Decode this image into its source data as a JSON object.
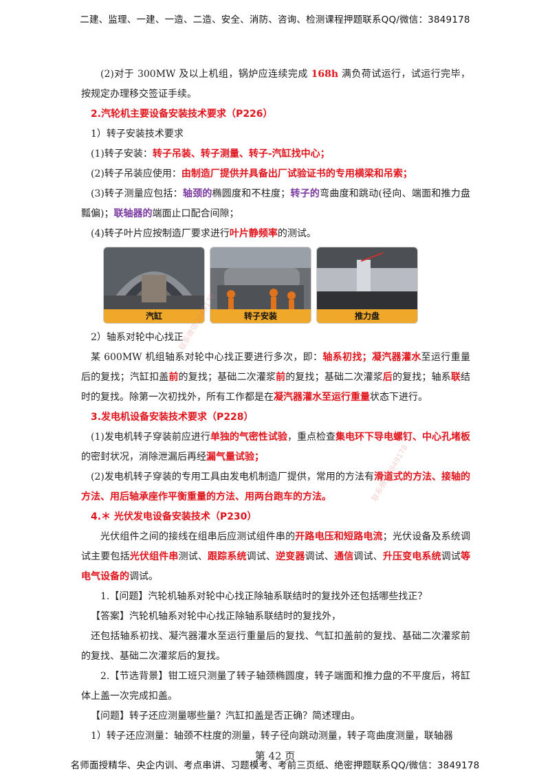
{
  "header": {
    "text": "二建、监理、一建、一造、二造、安全、消防、咨询、检测课程押题联系QQ/微信：3849178"
  },
  "footer": {
    "text": "名师面授精华、央企内训、考点串讲、习题模考、考前三页纸、绝密押题联系QQ/微信：3849178"
  },
  "page_number": "第 42 页",
  "para1": {
    "a": "(2)对于 300MW 及以上机组，锅炉应连续完成 ",
    "b": "168h",
    "c": " 满负荷试运行，试运行完毕，按规定办理移交签证手续。"
  },
  "h2": "2.汽轮机主要设备安装技术要求（P226）",
  "s1": "1）转子安装技术要求",
  "l1": {
    "a": "(1)转子安装：",
    "b": "转子吊装、转子测量、转子-汽缸找中心；"
  },
  "l2": {
    "a": "(2)转子吊装应使用：",
    "b": "由制造厂提供并具备出厂试验证书的专用横梁和吊索；"
  },
  "l3": {
    "a": "(3)转子测量应包括：",
    "b": "轴颈的",
    "c": "椭圆度和不柱度；",
    "d": "转子的",
    "e": "弯曲度和跳动(径向、端面和推力盘瓢偏)；",
    "f": "联轴器的",
    "g": "端面止口配合间隙；"
  },
  "l4": {
    "a": "(4)转子叶片应按制造厂要求进行",
    "b": "叶片静频率",
    "c": "的测试。"
  },
  "photos": [
    "汽缸",
    "转子安装",
    "推力盘"
  ],
  "s2": "2）轴系对轮中心找正",
  "p2": {
    "a": "某 600MW 机组轴系对轮中心找正要进行多次，即：",
    "b": "轴系初找；凝汽器灌水",
    "c": "至运行重量后的复找；汽缸扣盖",
    "d": "前",
    "e": "的复找；基础二次灌浆",
    "f": "前",
    "g": "的复找；基础二次灌浆",
    "h": "后",
    "i": "的复找；轴系",
    "j": "联",
    "k": "结时的复找。除第一次初找外，所有工作都是在",
    "l": "凝汽器灌水至运行重量",
    "m": "状态下进行。"
  },
  "h3": "3.发电机设备安装技术要求（P228）",
  "p3": {
    "a": "(1)发电机转子穿装前应进行",
    "b": "单独的气密性试验",
    "c": "，重点检查",
    "d": "集电环下导电螺钉、中心孔堵板",
    "e": "的密封状况，消除泄漏后再经",
    "f": "漏气量试验；"
  },
  "p4": {
    "a": "(2)发电机转子穿装的专用工具由发电机制造厂提供，常用的方法有",
    "b": "滑道式的方法、接轴的方法、用后轴承座作平衡重量的方法、用两台跑车的方法。"
  },
  "h4": "4.＊ 光伏发电设备安装技术（P230）",
  "p5": {
    "a": "光伏组件之间的接线在组串后应测试组件串的",
    "b": "开路电压和短路电流",
    "c": "；光伏设备及系统调试主要包括",
    "d": "光伏组件串",
    "e": "测试、",
    "f": "跟踪系统",
    "g": "调试、",
    "h": "逆变器",
    "i": "调试、",
    "j": "通信",
    "k": "调试、",
    "l": "升压变电系统",
    "m": "调试",
    "n": "等电气设备的",
    "o": "调试。"
  },
  "q1": "1.【问题】汽轮机轴系对轮中心找正除轴系联结时的复找外还包括哪些找正？",
  "a1": "【答案】汽轮机轴系对轮中心找正除轴系联结时的复找外，",
  "a1b": "还包括轴系初找、凝汽器灌水至运行重量后的复找、气缸扣盖前的复找、基础二次灌浆前的复找、基础二次灌浆后的复找。",
  "q2": "2.【节选背景】钳工班只测量了转子轴颈椭圆度，转子端面和推力盘的不平度后，将缸体上盖一次完成扣盖。",
  "q2b": "【问题】转子还应测量哪些量？汽缸扣盖是否正确？简述理由。",
  "a2": "1）转子还应测量：轴颈不柱度的测量，转子径向跳动测量，转子弯曲度测量，联轴器",
  "watermark": "联系微信3849178",
  "colors": {
    "red": "#e0141c",
    "purple": "#7a3aa0",
    "caption": "#f0a82a"
  }
}
